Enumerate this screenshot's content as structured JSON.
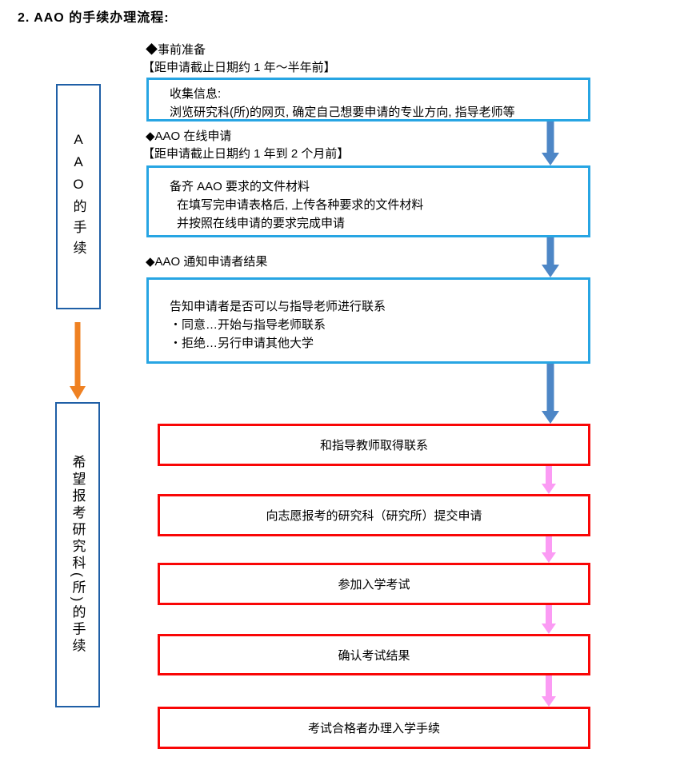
{
  "title": "2. AAO 的手续办理流程:",
  "colors": {
    "blue_box_border": "#27A5E3",
    "red_box_border": "#F90606",
    "side_box_border": "#1F5FA6",
    "blue_arrow": "#4D86C6",
    "pink_arrow": "#FB9BF4",
    "orange_arrow": "#EF8122",
    "text": "#000000"
  },
  "left_column": {
    "aao_procedure_label": "AAO的手续",
    "applicant_procedure_label": "希望报考研究科(所)的手续"
  },
  "flow": {
    "step1": {
      "heading": "◆事前准备",
      "timing": "【距申请截止日期约 1 年～半年前】",
      "box_lines": [
        "收集信息:",
        "浏览研究科(所)的网页, 确定自己想要申请的专业方向, 指导老师等"
      ]
    },
    "step2": {
      "heading": "◆AAO 在线申请",
      "timing": "【距申请截止日期约 1 年到 2 个月前】",
      "box_lines": [
        "备齐 AAO 要求的文件材料",
        "在填写完申请表格后, 上传各种要求的文件材料",
        "并按照在线申请的要求完成申请"
      ]
    },
    "step3": {
      "heading": "◆AAO 通知申请者结果",
      "box_lines": [
        "告知申请者是否可以与指导老师进行联系",
        "・同意…开始与指导老师联系",
        "・拒绝…另行申请其他大学"
      ]
    },
    "red_steps": [
      "和指导教师取得联系",
      "向志愿报考的研究科（研究所）提交申请",
      "参加入学考试",
      "确认考试结果",
      "考试合格者办理入学手续"
    ]
  }
}
